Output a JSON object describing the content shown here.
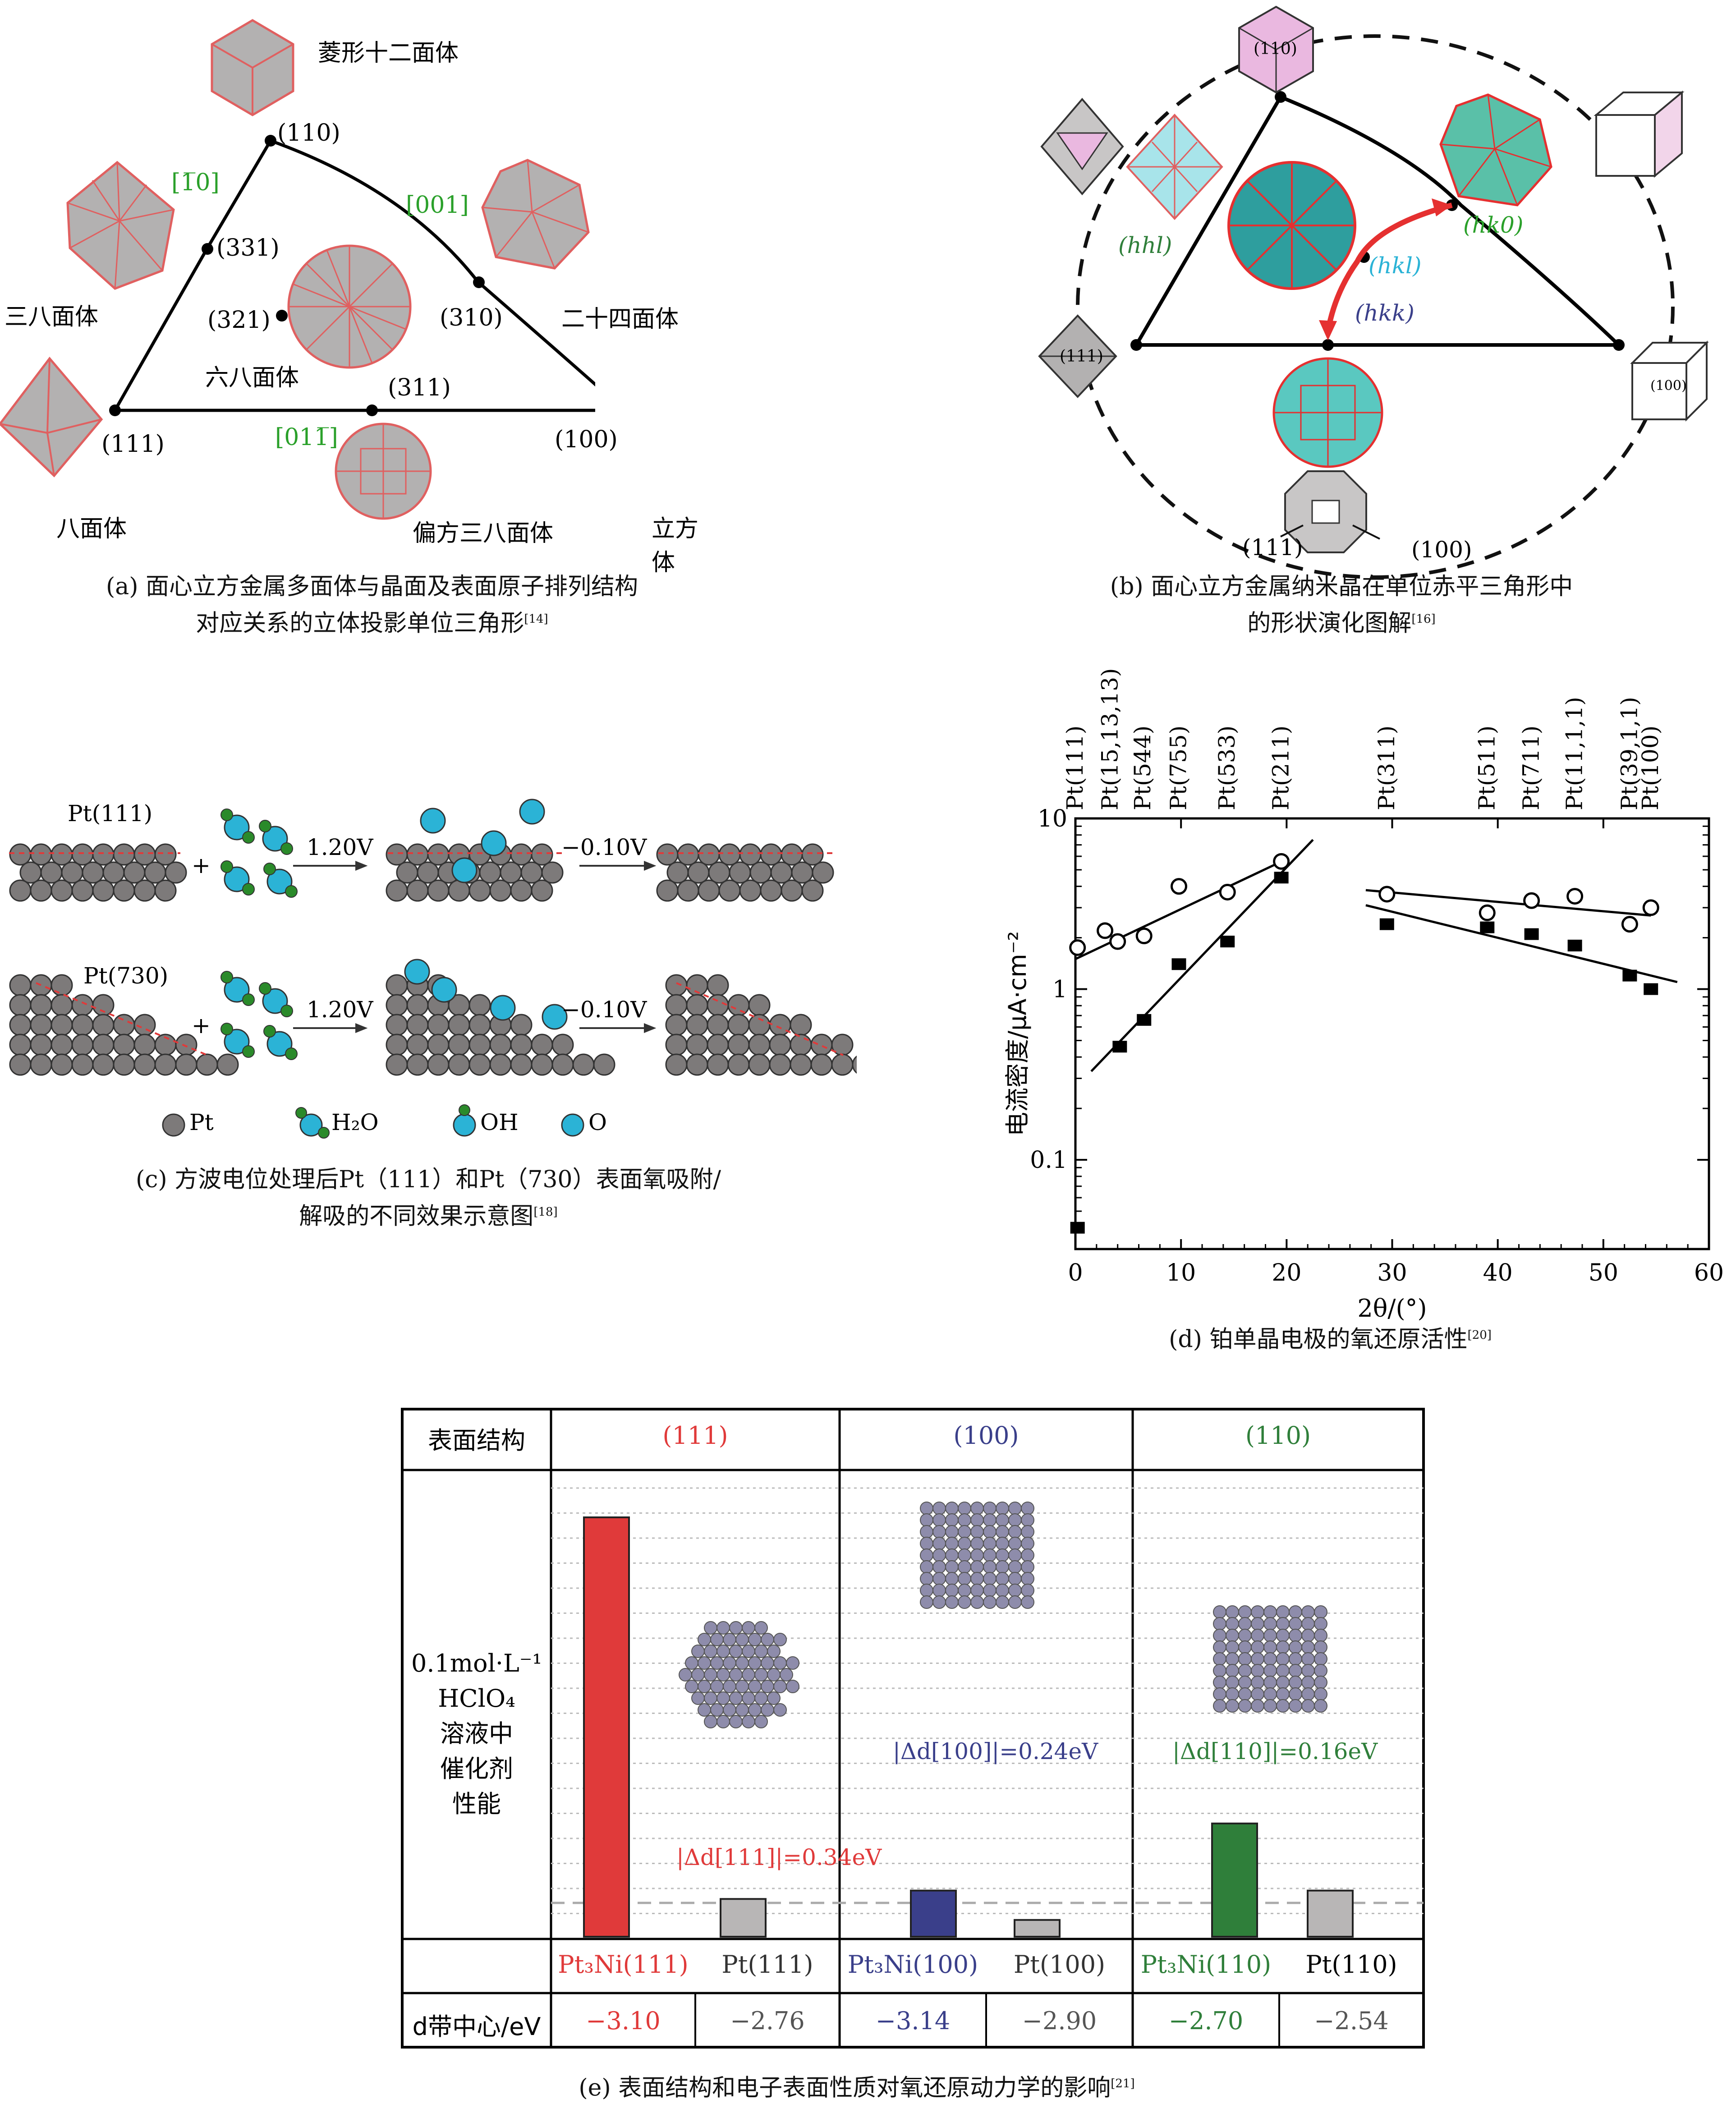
{
  "panel_a": {
    "points": {
      "p110": "(110)",
      "p111": "(111)",
      "p100": "(100)",
      "p331": "(331)",
      "p310": "(310)",
      "p311": "(311)",
      "p321": "(321)"
    },
    "directions": {
      "d1": "[1̅0]",
      "d2": "[001]",
      "d3": "[011̅]"
    },
    "shapes": {
      "rhombic": "菱形十二面体",
      "trisocta": "三八面体",
      "tetrahexa": "二十四面体",
      "hexocta": "六八面体",
      "octa": "八面体",
      "trapezo": "偏方三八面体",
      "cube": "立方体"
    },
    "caption_line1": "(a) 面心立方金属多面体与晶面及表面原子排列结构",
    "caption_line2": "对应关系的立体投影单位三角形",
    "caption_ref": "[14]"
  },
  "panel_b": {
    "labels": {
      "p110": "(110)",
      "p111": "(111)",
      "p100": "(100)",
      "hhl": "(hhl)",
      "hkl": "(hkl)",
      "hk0": "(hk0)",
      "hkk": "(hkk)",
      "bottom111": "(111)",
      "bottom100": "(100)"
    },
    "caption_line1": "(b) 面心立方金属纳米晶在单位赤平三角形中",
    "caption_line2": "的形状演化图解",
    "caption_ref": "[16]"
  },
  "panel_c": {
    "row1_label": "Pt(111)",
    "row2_label": "Pt(730)",
    "v1": "1.20V",
    "v2": "−0.10V",
    "plus": "+",
    "legend": {
      "pt": "Pt",
      "h2o": "H₂O",
      "oh": "OH",
      "o": "O"
    },
    "caption_line1": "(c) 方波电位处理后Pt（111）和Pt（730）表面氧吸附/",
    "caption_line2": "解吸的不同效果示意图",
    "caption_ref": "[18]"
  },
  "chart_data": {
    "type": "scatter",
    "xlabel": "2θ/(°)",
    "ylabel": "电流密度/μA·cm⁻²",
    "xlim": [
      0,
      60
    ],
    "ylim": [
      0.03,
      10
    ],
    "yscale": "log",
    "xticks": [
      0,
      10,
      20,
      30,
      40,
      50,
      60
    ],
    "yticks": [
      {
        "v": 10,
        "t": "10"
      },
      {
        "v": 1,
        "t": "1"
      },
      {
        "v": 0.1,
        "t": "0.1"
      }
    ],
    "top_labels": [
      {
        "x": 0,
        "t": "Pt(111)"
      },
      {
        "x": 3.3,
        "t": "Pt(15,13,13)"
      },
      {
        "x": 6.4,
        "t": "Pt(544)"
      },
      {
        "x": 9.8,
        "t": "Pt(755)"
      },
      {
        "x": 14.4,
        "t": "Pt(533)"
      },
      {
        "x": 19.5,
        "t": "Pt(211)"
      },
      {
        "x": 29.5,
        "t": "Pt(311)"
      },
      {
        "x": 39,
        "t": "Pt(511)"
      },
      {
        "x": 43.2,
        "t": "Pt(711)"
      },
      {
        "x": 47.3,
        "t": "Pt(11,1,1)"
      },
      {
        "x": 52.5,
        "t": "Pt(39,1,1)"
      },
      {
        "x": 54.5,
        "t": "Pt(100)"
      }
    ],
    "series": [
      {
        "marker": "open-circle",
        "points": [
          [
            0.2,
            1.75
          ],
          [
            2.8,
            2.2
          ],
          [
            4.0,
            1.9
          ],
          [
            6.5,
            2.05
          ],
          [
            9.8,
            4.0
          ],
          [
            14.4,
            3.7
          ],
          [
            19.5,
            5.6
          ],
          [
            29.5,
            3.6
          ],
          [
            39,
            2.8
          ],
          [
            43.2,
            3.3
          ],
          [
            47.3,
            3.5
          ],
          [
            52.5,
            2.4
          ],
          [
            54.5,
            3.0
          ]
        ]
      },
      {
        "marker": "filled-square",
        "points": [
          [
            0.2,
            0.04
          ],
          [
            4.2,
            0.46
          ],
          [
            6.5,
            0.66
          ],
          [
            9.8,
            1.4
          ],
          [
            14.4,
            1.9
          ],
          [
            19.5,
            4.5
          ],
          [
            29.5,
            2.4
          ],
          [
            39,
            2.3
          ],
          [
            43.2,
            2.1
          ],
          [
            47.3,
            1.8
          ],
          [
            52.5,
            1.2
          ],
          [
            54.5,
            1.0
          ]
        ]
      }
    ],
    "fit_lines": [
      [
        [
          0,
          1.5
        ],
        [
          19.8,
          5.7
        ]
      ],
      [
        [
          1.5,
          0.33
        ],
        [
          22.5,
          7.5
        ]
      ],
      [
        [
          27.5,
          3.8
        ],
        [
          54.5,
          2.7
        ]
      ],
      [
        [
          27.5,
          3.1
        ],
        [
          57.0,
          1.1
        ]
      ]
    ],
    "caption": "(d) 铂单晶电极的氧还原活性",
    "caption_ref": "[20]"
  },
  "panel_e": {
    "header_label": "表面结构",
    "col111": "(111)",
    "col100": "(100)",
    "col110": "(110)",
    "row_label": [
      "0.1mol·L⁻¹",
      "HClO₄",
      "溶液中",
      "催化剂",
      "性能"
    ],
    "bars": [
      {
        "name": "Pt₃Ni(111)",
        "value": 10.0,
        "color": "#e03a3a"
      },
      {
        "name": "Pt(111)",
        "value": 0.9,
        "color": "#b8b6b6"
      },
      {
        "name": "Pt₃Ni(100)",
        "value": 1.1,
        "color": "#3a3f8a"
      },
      {
        "name": "Pt(100)",
        "value": 0.4,
        "color": "#b8b6b6"
      },
      {
        "name": "Pt₃Ni(110)",
        "value": 2.7,
        "color": "#2f7f3a"
      },
      {
        "name": "Pt(110)",
        "value": 1.1,
        "color": "#b8b6b6"
      }
    ],
    "delta111": "|Δd[111]|=0.34eV",
    "delta100": "|Δd[100]|=0.24eV",
    "delta110": "|Δd[110]|=0.16eV",
    "dband_label": "d带中心/eV",
    "dband_values": [
      "−3.10",
      "−2.76",
      "−3.14",
      "−2.90",
      "−2.70",
      "−2.54"
    ],
    "caption": "(e) 表面结构和电子表面性质对氧还原动力学的影响",
    "caption_ref": "[21]"
  },
  "colors": {
    "red": "#e03a3a",
    "blue": "#3a3f8a",
    "green": "#2f7f3a",
    "dirgreen": "#2aa02a",
    "cyan": "#2bb3d6"
  }
}
